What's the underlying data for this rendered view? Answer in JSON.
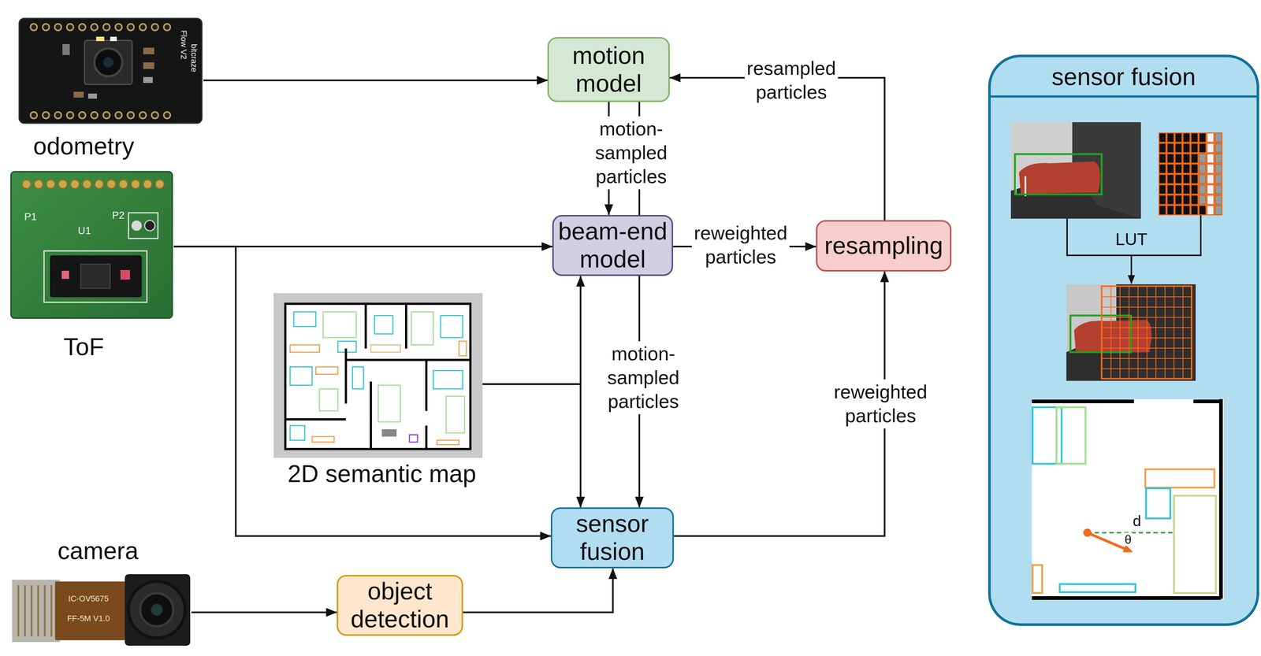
{
  "diagram": {
    "nodes": [
      {
        "text": [
          "odometry"
        ]
      },
      {
        "text": [
          "motion model"
        ]
      },
      {
        "text": [
          "sensor fusion"
        ]
      },
      {
        "text": [
          "ToF"
        ]
      },
      {
        "text": [
          "beam-end model"
        ]
      },
      {
        "text": [
          "resampling"
        ]
      },
      {
        "text": [
          "2D semantic map"
        ]
      },
      {
        "text": [
          "camera"
        ]
      },
      {
        "text": [
          "object detection"
        ]
      },
      {
        "text": [
          "sensor fusion"
        ]
      }
    ],
    "edges": [
      {
        "from": 0,
        "to": 1,
        "arrow": "to"
      },
      {
        "from": 5,
        "to": 1,
        "label": "resampled particles",
        "arrow": "to"
      },
      {
        "from": 1,
        "to": 4,
        "label": "motion-sampled particles",
        "arrow": "to"
      },
      {
        "from": 1,
        "to": 9,
        "label": "motion-sampled particles",
        "arrow": "to"
      },
      {
        "from": 3,
        "to": 4,
        "arrow": "to"
      },
      {
        "from": 3,
        "to": 9,
        "arrow": "to"
      },
      {
        "from": 4,
        "to": 5,
        "label": "reweighted particles",
        "arrow": "to"
      },
      {
        "from": 6,
        "to": 4,
        "arrow": "to"
      },
      {
        "from": 6,
        "to": 9,
        "arrow": "to"
      },
      {
        "from": 9,
        "to": 5,
        "label": "reweighted particles",
        "arrow": "to"
      },
      {
        "from": 7,
        "to": 8,
        "arrow": "to"
      },
      {
        "from": 8,
        "to": 9,
        "arrow": "to"
      }
    ],
    "labels": [
      "Flow V2",
      "bitcraze",
      "P1",
      "U1",
      "P2",
      "IC-OV5675",
      "FF-5M V1.0",
      "LUT",
      "d",
      "θ"
    ]
  }
}
